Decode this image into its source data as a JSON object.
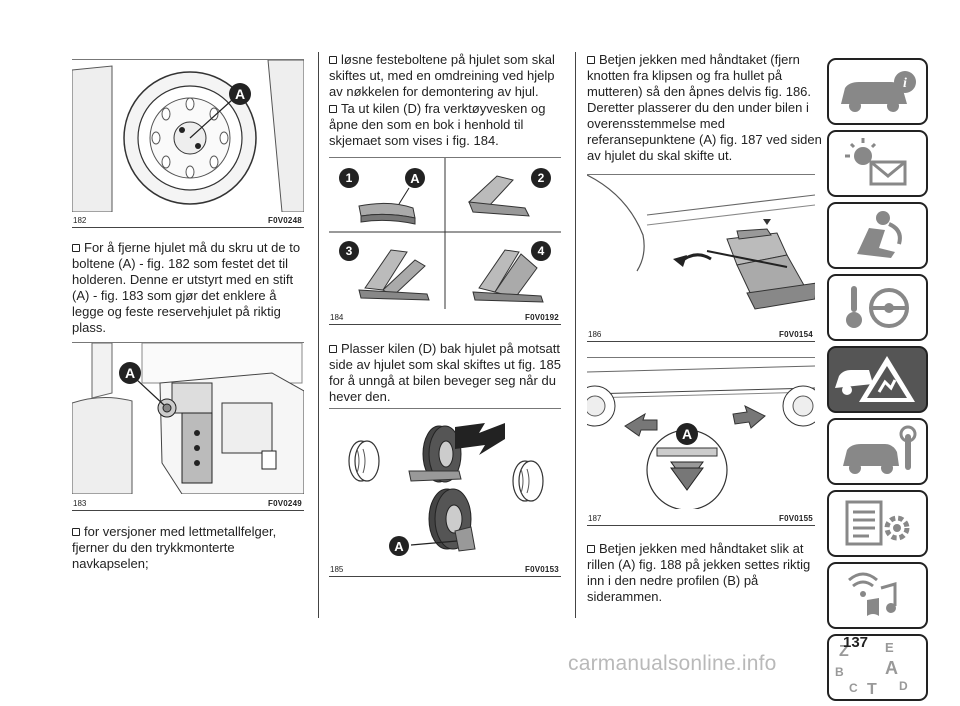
{
  "page": {
    "number": "137",
    "watermark": "carmanualsonline.info"
  },
  "figures": {
    "f182": {
      "num": "182",
      "code": "F0V0248",
      "label": "A"
    },
    "f183": {
      "num": "183",
      "code": "F0V0249",
      "label": "A"
    },
    "f184": {
      "num": "184",
      "code": "F0V0192",
      "label": "A",
      "q1": "1",
      "q2": "2",
      "q3": "3",
      "q4": "4"
    },
    "f185": {
      "num": "185",
      "code": "F0V0153",
      "label": "A"
    },
    "f186": {
      "num": "186",
      "code": "F0V0154"
    },
    "f187": {
      "num": "187",
      "code": "F0V0155",
      "label": "A"
    }
  },
  "text": {
    "p1": "For å fjerne hjulet må du skru ut de to boltene (A) - fig. 182 som festet det til holderen. Denne er utstyrt med en stift (A) - fig. 183 som gjør det enklere å legge og feste reservehjulet på riktig plass.",
    "p2": "for versjoner med lettmetallfelger, fjerner du den trykkmonterte navkapselen;",
    "p3": "løsne festeboltene på hjulet som skal skiftes ut, med en omdreining ved hjelp av nøkkelen for demontering av hjul.",
    "p4": "Ta ut kilen (D) fra verktøyvesken og åpne den som en bok i henhold til skjemaet som vises i fig. 184.",
    "p5": "Plasser kilen (D) bak hjulet på motsatt side av hjulet som skal skiftes ut fig. 185 for å unngå at bilen beveger seg når du hever den.",
    "p6": "Betjen jekken med håndtaket (fjern knotten fra klipsen og fra hullet på mutteren) så den åpnes delvis fig. 186. Deretter plasserer du den under bilen i overensstemmelse med referansepunktene (A) fig. 187 ved siden av hjulet du skal skifte ut.",
    "p7": "Betjen jekken med håndtaket slik at rillen (A) fig. 188 på jekken settes riktig inn i den nedre profilen (B) på siderammen."
  },
  "sidebar": {
    "tabs": [
      {
        "icon": "car-info-icon"
      },
      {
        "icon": "warning-lights-icon"
      },
      {
        "icon": "airbag-seat-icon"
      },
      {
        "icon": "steering-key-icon"
      },
      {
        "icon": "emergency-triangle-icon",
        "active": true
      },
      {
        "icon": "car-maintenance-icon"
      },
      {
        "icon": "technical-data-icon"
      },
      {
        "icon": "multimedia-icon"
      },
      {
        "icon": "index-letters-icon",
        "letters": [
          "Z",
          "E",
          "B",
          "A",
          "C",
          "T",
          "D"
        ]
      }
    ]
  },
  "colors": {
    "ink": "#222222",
    "active_tab": "#555555",
    "drawing_gray": "#9a9a9a"
  }
}
